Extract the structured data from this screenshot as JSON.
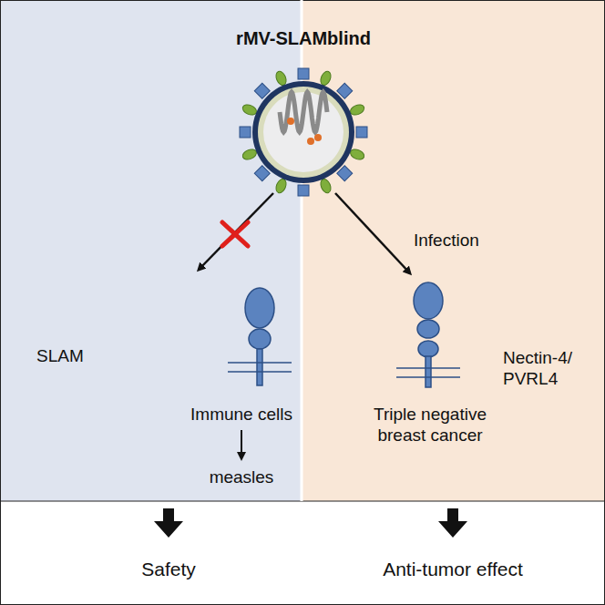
{
  "diagram": {
    "nodes": [
      {
        "text": [
          "SLAM",
          "Immune cells",
          "measles"
        ]
      },
      {
        "text": [
          "Infection",
          "Nectin-4/ PVRL4",
          "Triple negative breast cancer"
        ]
      }
    ],
    "labels": [
      "rMV-SLAMblind",
      "Safety",
      "Anti-tumor effect"
    ]
  }
}
